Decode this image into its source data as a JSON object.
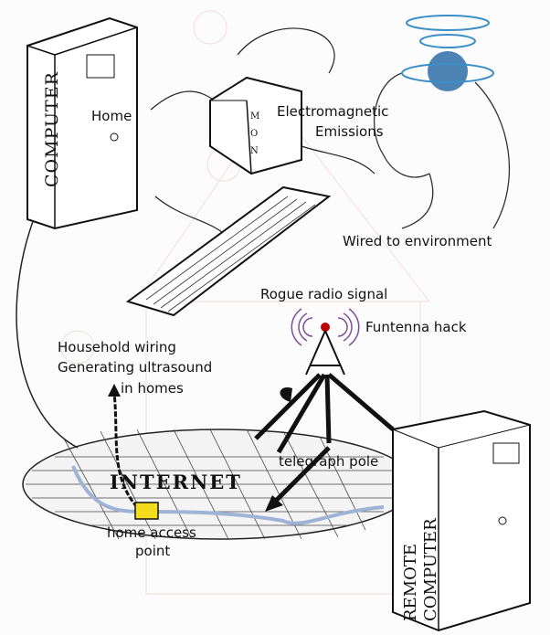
{
  "computer_label": "COMPUTER",
  "monitor_label": "MON",
  "labels": {
    "home": "Home",
    "emissions_1": "Electromagnetic",
    "emissions_2": "Emissions",
    "wired": "Wired to environment",
    "rogue": "Rogue radio signal",
    "funtenna": "Funtenna hack",
    "household_1": "Household wiring",
    "household_2": "Generating ultrasound",
    "household_3": "in homes",
    "internet": "INTERNET",
    "telegraph": "telegraph pole",
    "access_1": "home access",
    "access_2": "point",
    "remote_1": "REMOTE",
    "remote_2": "COMPUTER"
  },
  "colors": {
    "wire": "#9fb3d6",
    "access_point": "#f2dc1c",
    "signal": "#7a4f9a"
  }
}
